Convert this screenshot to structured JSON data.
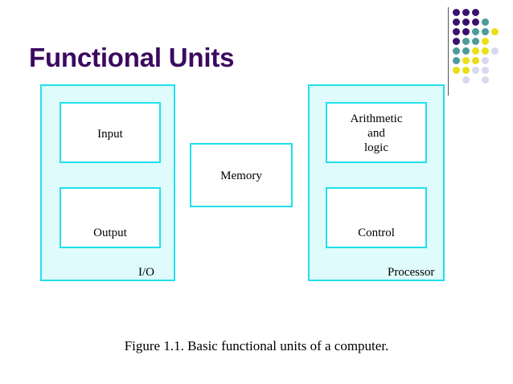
{
  "slide": {
    "title": "Functional Units",
    "caption": "Figure 1.1.  Basic functional units of a computer."
  },
  "colors": {
    "title": "#3b0a60",
    "box_border": "#20e0ee",
    "box_fill": "#dffbfb",
    "white": "#ffffff",
    "rule": "#555555",
    "dot_purple": "#3a1070",
    "dot_teal": "#4d9a9a",
    "dot_yellow": "#e8e015",
    "dot_lavender": "#d8d8ee"
  },
  "diagram": {
    "io_unit": {
      "name": "I/O",
      "blocks": [
        {
          "label": "Input"
        },
        {
          "label": "Output"
        }
      ]
    },
    "memory_unit": {
      "label": "Memory"
    },
    "processor_unit": {
      "name": "Processor",
      "blocks": [
        {
          "label": "Arithmetic\nand\nlogic"
        },
        {
          "label": "Control"
        }
      ]
    }
  },
  "decoration": {
    "dot_rows": [
      [
        "purple",
        "purple",
        "purple",
        null,
        null,
        null
      ],
      [
        "purple",
        "purple",
        "purple",
        "teal",
        null,
        null
      ],
      [
        "purple",
        "purple",
        "teal",
        "teal",
        "yellow",
        null
      ],
      [
        "purple",
        "teal",
        "teal",
        "yellow",
        null,
        null
      ],
      [
        "teal",
        "teal",
        "yellow",
        "yellow",
        "lavender",
        null
      ],
      [
        "teal",
        "yellow",
        "yellow",
        "lavender",
        null,
        null
      ],
      [
        "yellow",
        "yellow",
        "lavender",
        "lavender",
        null,
        null
      ],
      [
        null,
        "lavender",
        null,
        "lavender",
        null,
        null
      ]
    ]
  }
}
